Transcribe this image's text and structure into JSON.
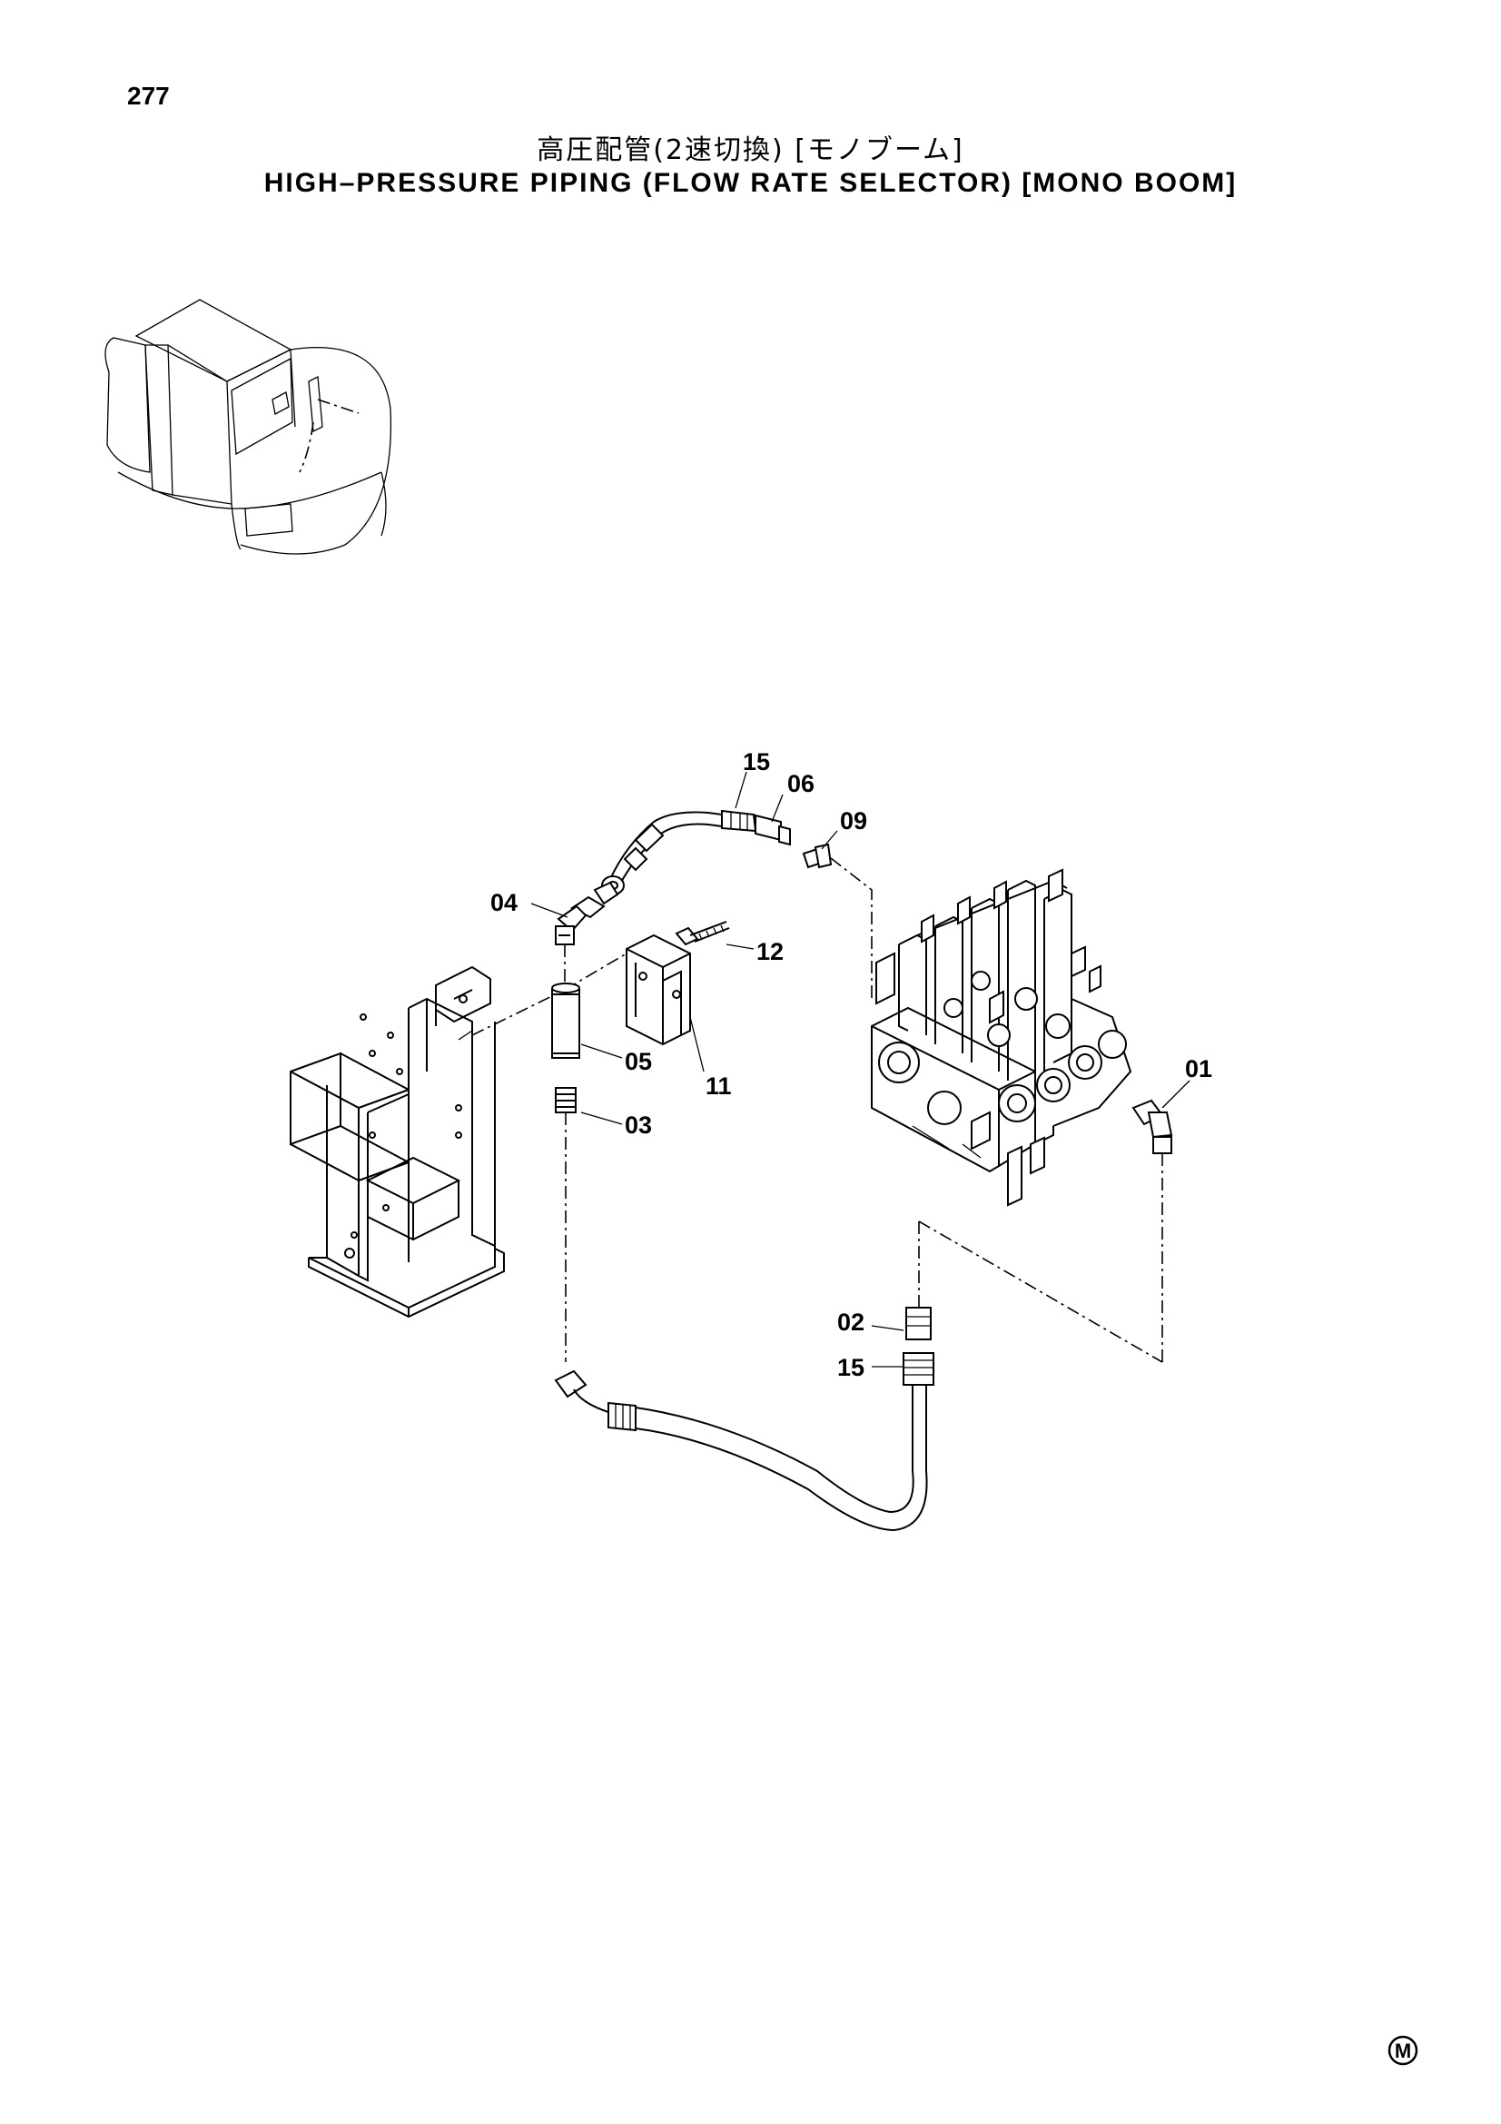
{
  "page_number": "277",
  "title_jp": "高圧配管(2速切換) [モノブーム]",
  "title_en": "HIGH–PRESSURE PIPING (FLOW RATE SELECTOR) [MONO BOOM]",
  "callouts": {
    "c15_top": "15",
    "c06": "06",
    "c09": "09",
    "c04": "04",
    "c12": "12",
    "c05": "05",
    "c11": "11",
    "c03": "03",
    "c01": "01",
    "c02": "02",
    "c15_bottom": "15"
  },
  "footer_mark": "M"
}
